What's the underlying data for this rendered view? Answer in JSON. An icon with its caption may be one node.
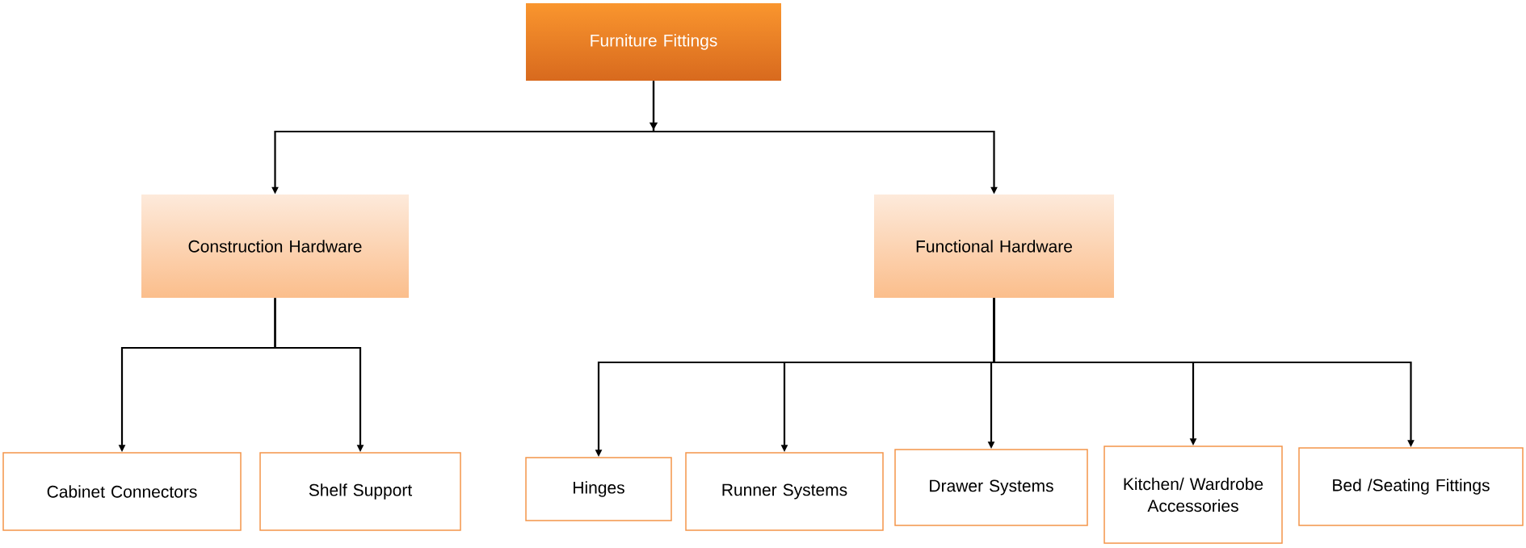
{
  "diagram": {
    "nodes": [
      {
        "text": [
          "Furniture Fittings"
        ]
      },
      {
        "text": [
          "Construction Hardware"
        ]
      },
      {
        "text": [
          "Functional Hardware"
        ]
      },
      {
        "text": [
          "Cabinet Connectors"
        ]
      },
      {
        "text": [
          "Shelf Support"
        ]
      },
      {
        "text": [
          "Hinges"
        ]
      },
      {
        "text": [
          "Runner Systems"
        ]
      },
      {
        "text": [
          "Drawer Systems"
        ]
      },
      {
        "text": [
          "Kitchen/ Wardrobe Accessories"
        ]
      },
      {
        "text": [
          "Bed /Seating Fittings"
        ]
      }
    ],
    "edges": [
      {
        "from": 0,
        "to": 1,
        "arrow": "to"
      },
      {
        "from": 0,
        "to": 2,
        "arrow": "to"
      },
      {
        "from": 1,
        "to": 3,
        "arrow": "to"
      },
      {
        "from": 1,
        "to": 4,
        "arrow": "to"
      },
      {
        "from": 2,
        "to": 5,
        "arrow": "to"
      },
      {
        "from": 2,
        "to": 6,
        "arrow": "to"
      },
      {
        "from": 2,
        "to": 7,
        "arrow": "to"
      },
      {
        "from": 2,
        "to": 8,
        "arrow": "to"
      },
      {
        "from": 2,
        "to": 9,
        "arrow": "to"
      }
    ]
  }
}
